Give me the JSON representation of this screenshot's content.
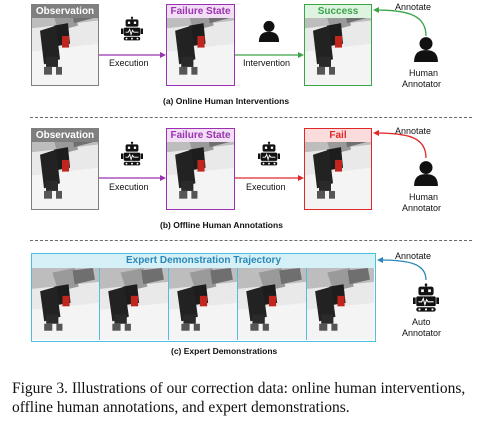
{
  "colors": {
    "observation": "#7f7f7f",
    "failure": "#9a32b0",
    "success": "#3aa44a",
    "fail": "#e02828",
    "expert": "#4cc0dc",
    "expert_text": "#2a88b8",
    "arrow_purple": "#9a32b0",
    "arrow_green": "#3aa44a",
    "arrow_red": "#e02828",
    "arrow_blue": "#2a88b8"
  },
  "panel_a": {
    "observation_label": "Observation",
    "failure_label": "Failure State",
    "success_label": "Success",
    "execution_label": "Execution",
    "intervention_label": "Intervention",
    "annotate_label": "Annotate",
    "annotator_label_1": "Human",
    "annotator_label_2": "Annotator",
    "caption": "(a) Online Human Interventions"
  },
  "panel_b": {
    "observation_label": "Observation",
    "failure_label": "Failure State",
    "fail_label": "Fail",
    "execution_label_1": "Execution",
    "execution_label_2": "Execution",
    "annotate_label": "Annotate",
    "annotator_label_1": "Human",
    "annotator_label_2": "Annotator",
    "caption": "(b) Offline Human Annotations"
  },
  "panel_c": {
    "trajectory_label": "Expert Demonstration Trajectory",
    "annotate_label": "Annotate",
    "annotator_label_1": "Auto",
    "annotator_label_2": "Annotator",
    "caption": "(c) Expert Demonstrations"
  },
  "icons": {
    "robot": "robot-icon",
    "human": "person-icon"
  },
  "figure_caption": "Figure 3. Illustrations of our correction data: online human interventions, offline human annotations, and expert demonstrations."
}
